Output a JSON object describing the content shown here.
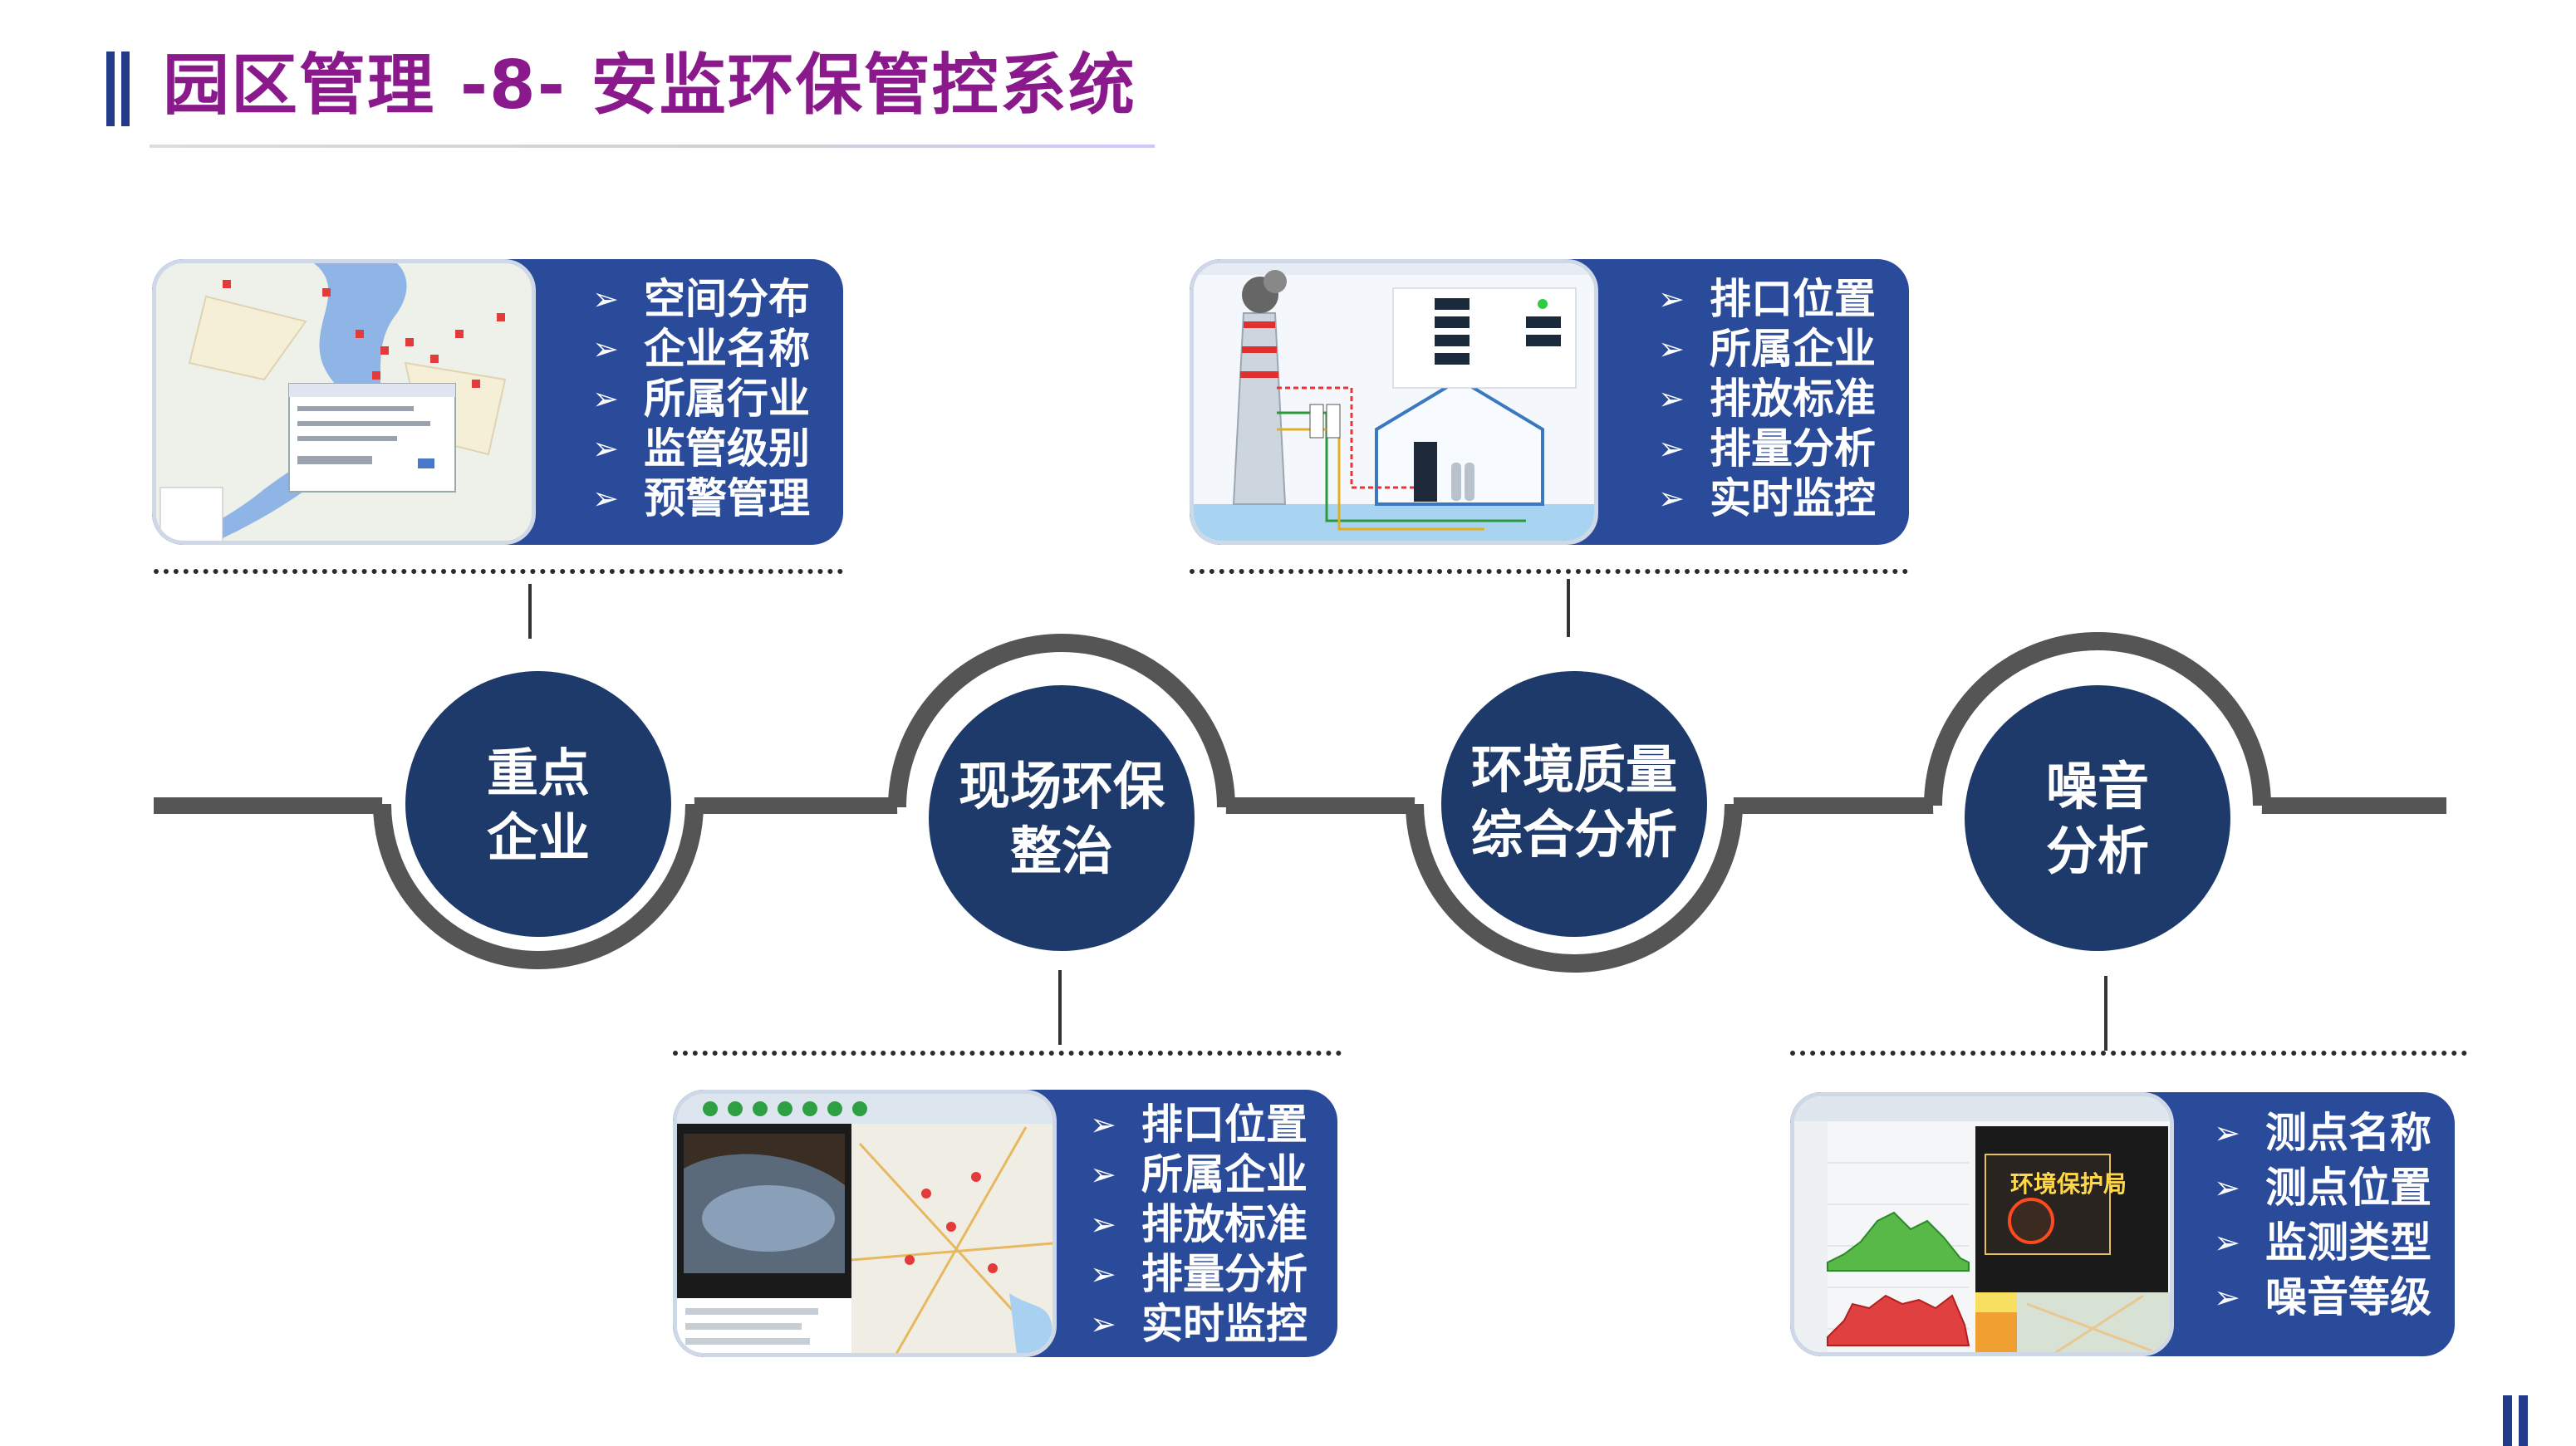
{
  "header": {
    "title": "园区管理 -8- 安监环保管控系统"
  },
  "nodes": [
    {
      "line1": "重点",
      "line2": "企业"
    },
    {
      "line1": "现场环保",
      "line2": "整治"
    },
    {
      "line1": "环境质量",
      "line2": "综合分析"
    },
    {
      "line1": "噪音",
      "line2": "分析"
    }
  ],
  "cards": {
    "enterprise": {
      "items": [
        "空间分布",
        "企业名称",
        "所属行业",
        "监管级别",
        "预警管理"
      ]
    },
    "environment": {
      "items": [
        "排口位置",
        "所属企业",
        "排放标准",
        "排量分析",
        "实时监控"
      ]
    },
    "site": {
      "items": [
        "排口位置",
        "所属企业",
        "排放标准",
        "排量分析",
        "实时监控"
      ]
    },
    "noise": {
      "items": [
        "测点名称",
        "测点位置",
        "监测类型",
        "噪音等级"
      ]
    }
  },
  "screens": {
    "noise_sign": "环境保护局"
  },
  "colors": {
    "title": "#8a1a8c",
    "navy": "#1e3a6a",
    "card_blue": "#2a4a9a",
    "ring_gray": "#555555",
    "accent": "#233a8a"
  },
  "icons": {
    "bullet": "arrow-bullet-icon"
  }
}
